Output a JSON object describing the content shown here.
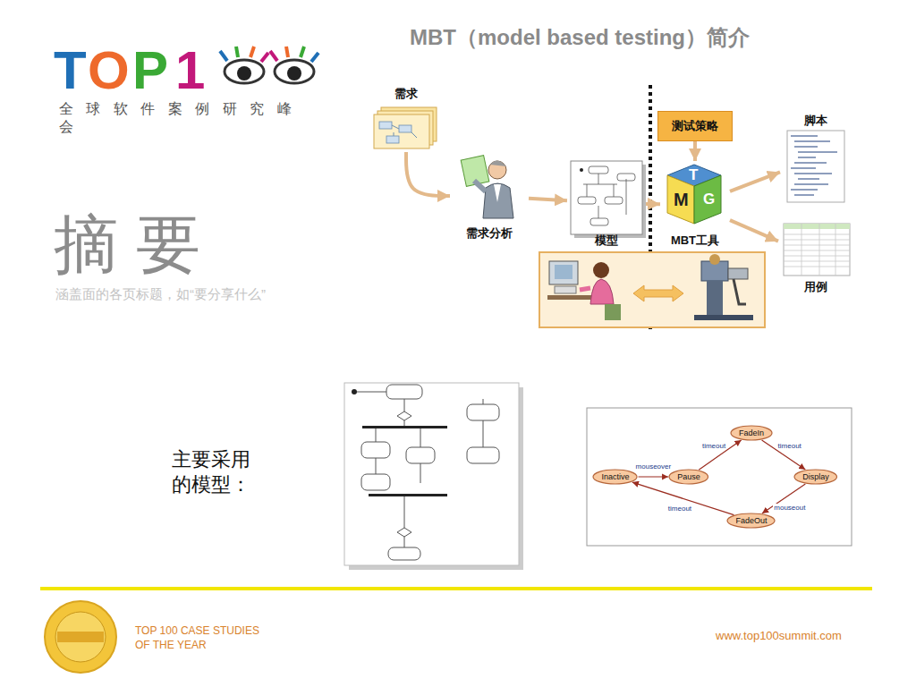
{
  "diagram": {
    "title": "MBT（model based testing）简介",
    "nodes": [
      {
        "text": [
          "需求"
        ]
      },
      {
        "text": [
          "需求分析"
        ]
      },
      {
        "text": [
          "模型"
        ]
      },
      {
        "text": [
          "MBT工具"
        ]
      },
      {
        "text": [
          "测试策略"
        ]
      },
      {
        "text": [
          "脚本"
        ]
      },
      {
        "text": [
          "用例"
        ]
      },
      {
        "text": [
          "Inactive"
        ]
      },
      {
        "text": [
          "Pause"
        ]
      },
      {
        "text": [
          "FadeIn"
        ]
      },
      {
        "text": [
          "Display"
        ]
      },
      {
        "text": [
          "FadeOut"
        ]
      }
    ],
    "edges": [
      {
        "from": 0,
        "to": 1,
        "arrow": "to"
      },
      {
        "from": 1,
        "to": 2,
        "arrow": "to"
      },
      {
        "from": 2,
        "to": 3,
        "arrow": "to"
      },
      {
        "from": 4,
        "to": 3,
        "arrow": "to"
      },
      {
        "from": 3,
        "to": 5,
        "arrow": "to"
      },
      {
        "from": 3,
        "to": 6,
        "arrow": "to"
      },
      {
        "from": 7,
        "to": 8,
        "label": "mouseover",
        "arrow": "to"
      },
      {
        "from": 8,
        "to": 9,
        "label": "timeout",
        "arrow": "to"
      },
      {
        "from": 9,
        "to": 10,
        "label": "timeout",
        "arrow": "to"
      },
      {
        "from": 10,
        "to": 11,
        "label": "mouseout",
        "arrow": "to"
      },
      {
        "from": 11,
        "to": 7,
        "label": "timeout",
        "arrow": "to"
      }
    ],
    "labels": [
      "T",
      "O",
      "P",
      "1",
      "全 球 软 件 案 例 研 究 峰 会",
      "摘 要",
      "涵盖面的各页标题，如“要分享什么”",
      "主要采用的模型：",
      "T",
      "M",
      "G",
      "TOP 100 CASE STUDIES OF THE YEAR",
      "www.top100summit.com"
    ]
  }
}
